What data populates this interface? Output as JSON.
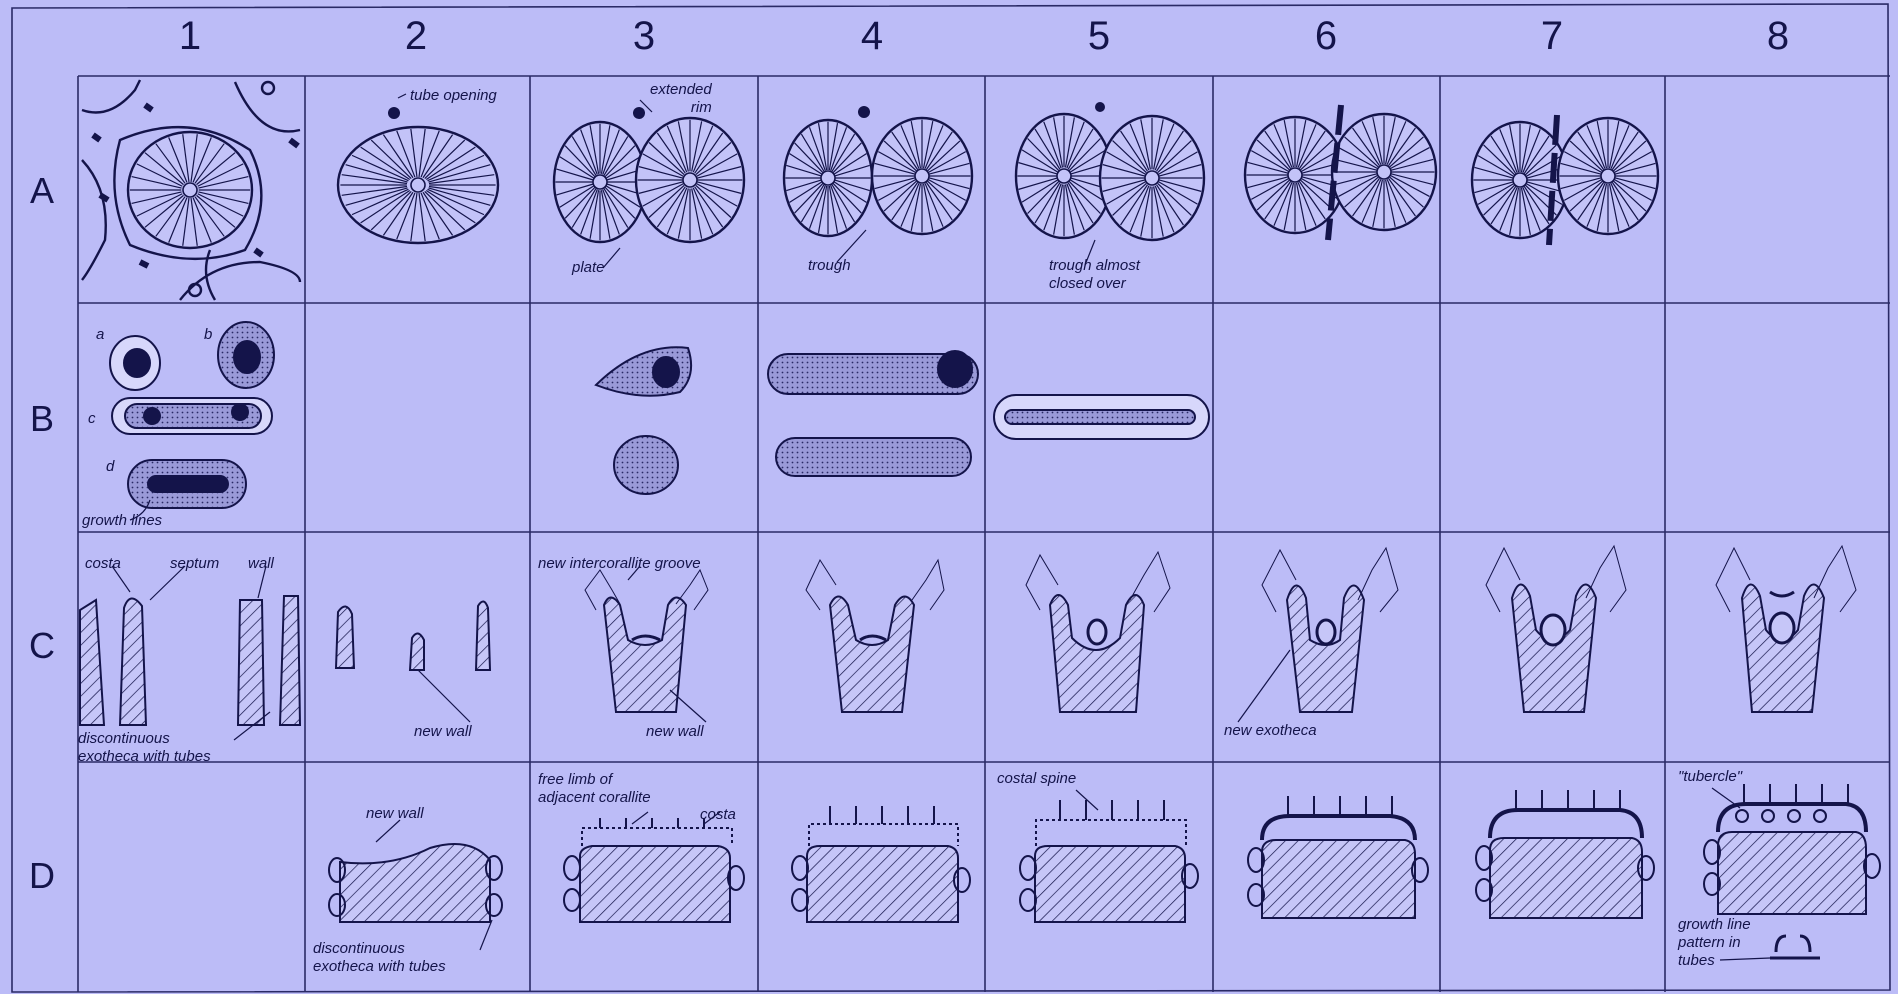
{
  "columns": [
    "1",
    "2",
    "3",
    "4",
    "5",
    "6",
    "7",
    "8"
  ],
  "rows": [
    "A",
    "B",
    "C",
    "D"
  ],
  "labels": {
    "tube_opening": "tube opening",
    "extended_rim": "extended\nrim",
    "plate": "plate",
    "trough": "trough",
    "trough_almost_closed": "trough almost\nclosed over",
    "b_a": "a",
    "b_b": "b",
    "b_c": "c",
    "b_d": "d",
    "growth_lines": "growth lines",
    "costa": "costa",
    "septum": "septum",
    "wall": "wall",
    "discontinuous_exotheca_1": "discontinuous\nexotheca with tubes",
    "new_wall_c2": "new wall",
    "new_intercorallite_groove": "new intercorallite groove",
    "new_wall_c3": "new wall",
    "new_exotheca": "new exotheca",
    "new_wall_d2": "new wall",
    "discontinuous_exotheca_d2": "discontinuous\nexotheca with tubes",
    "free_limb": "free limb of\nadjacent corallite",
    "costa_d3": "costa",
    "costal_spine": "costal spine",
    "tubercle": "\"tubercle\"",
    "growth_line_pattern": "growth line\npattern in\ntubes"
  },
  "colors": {
    "background": "#bcbcf7",
    "ink": "#14144a",
    "grid": "#2a2a66"
  }
}
